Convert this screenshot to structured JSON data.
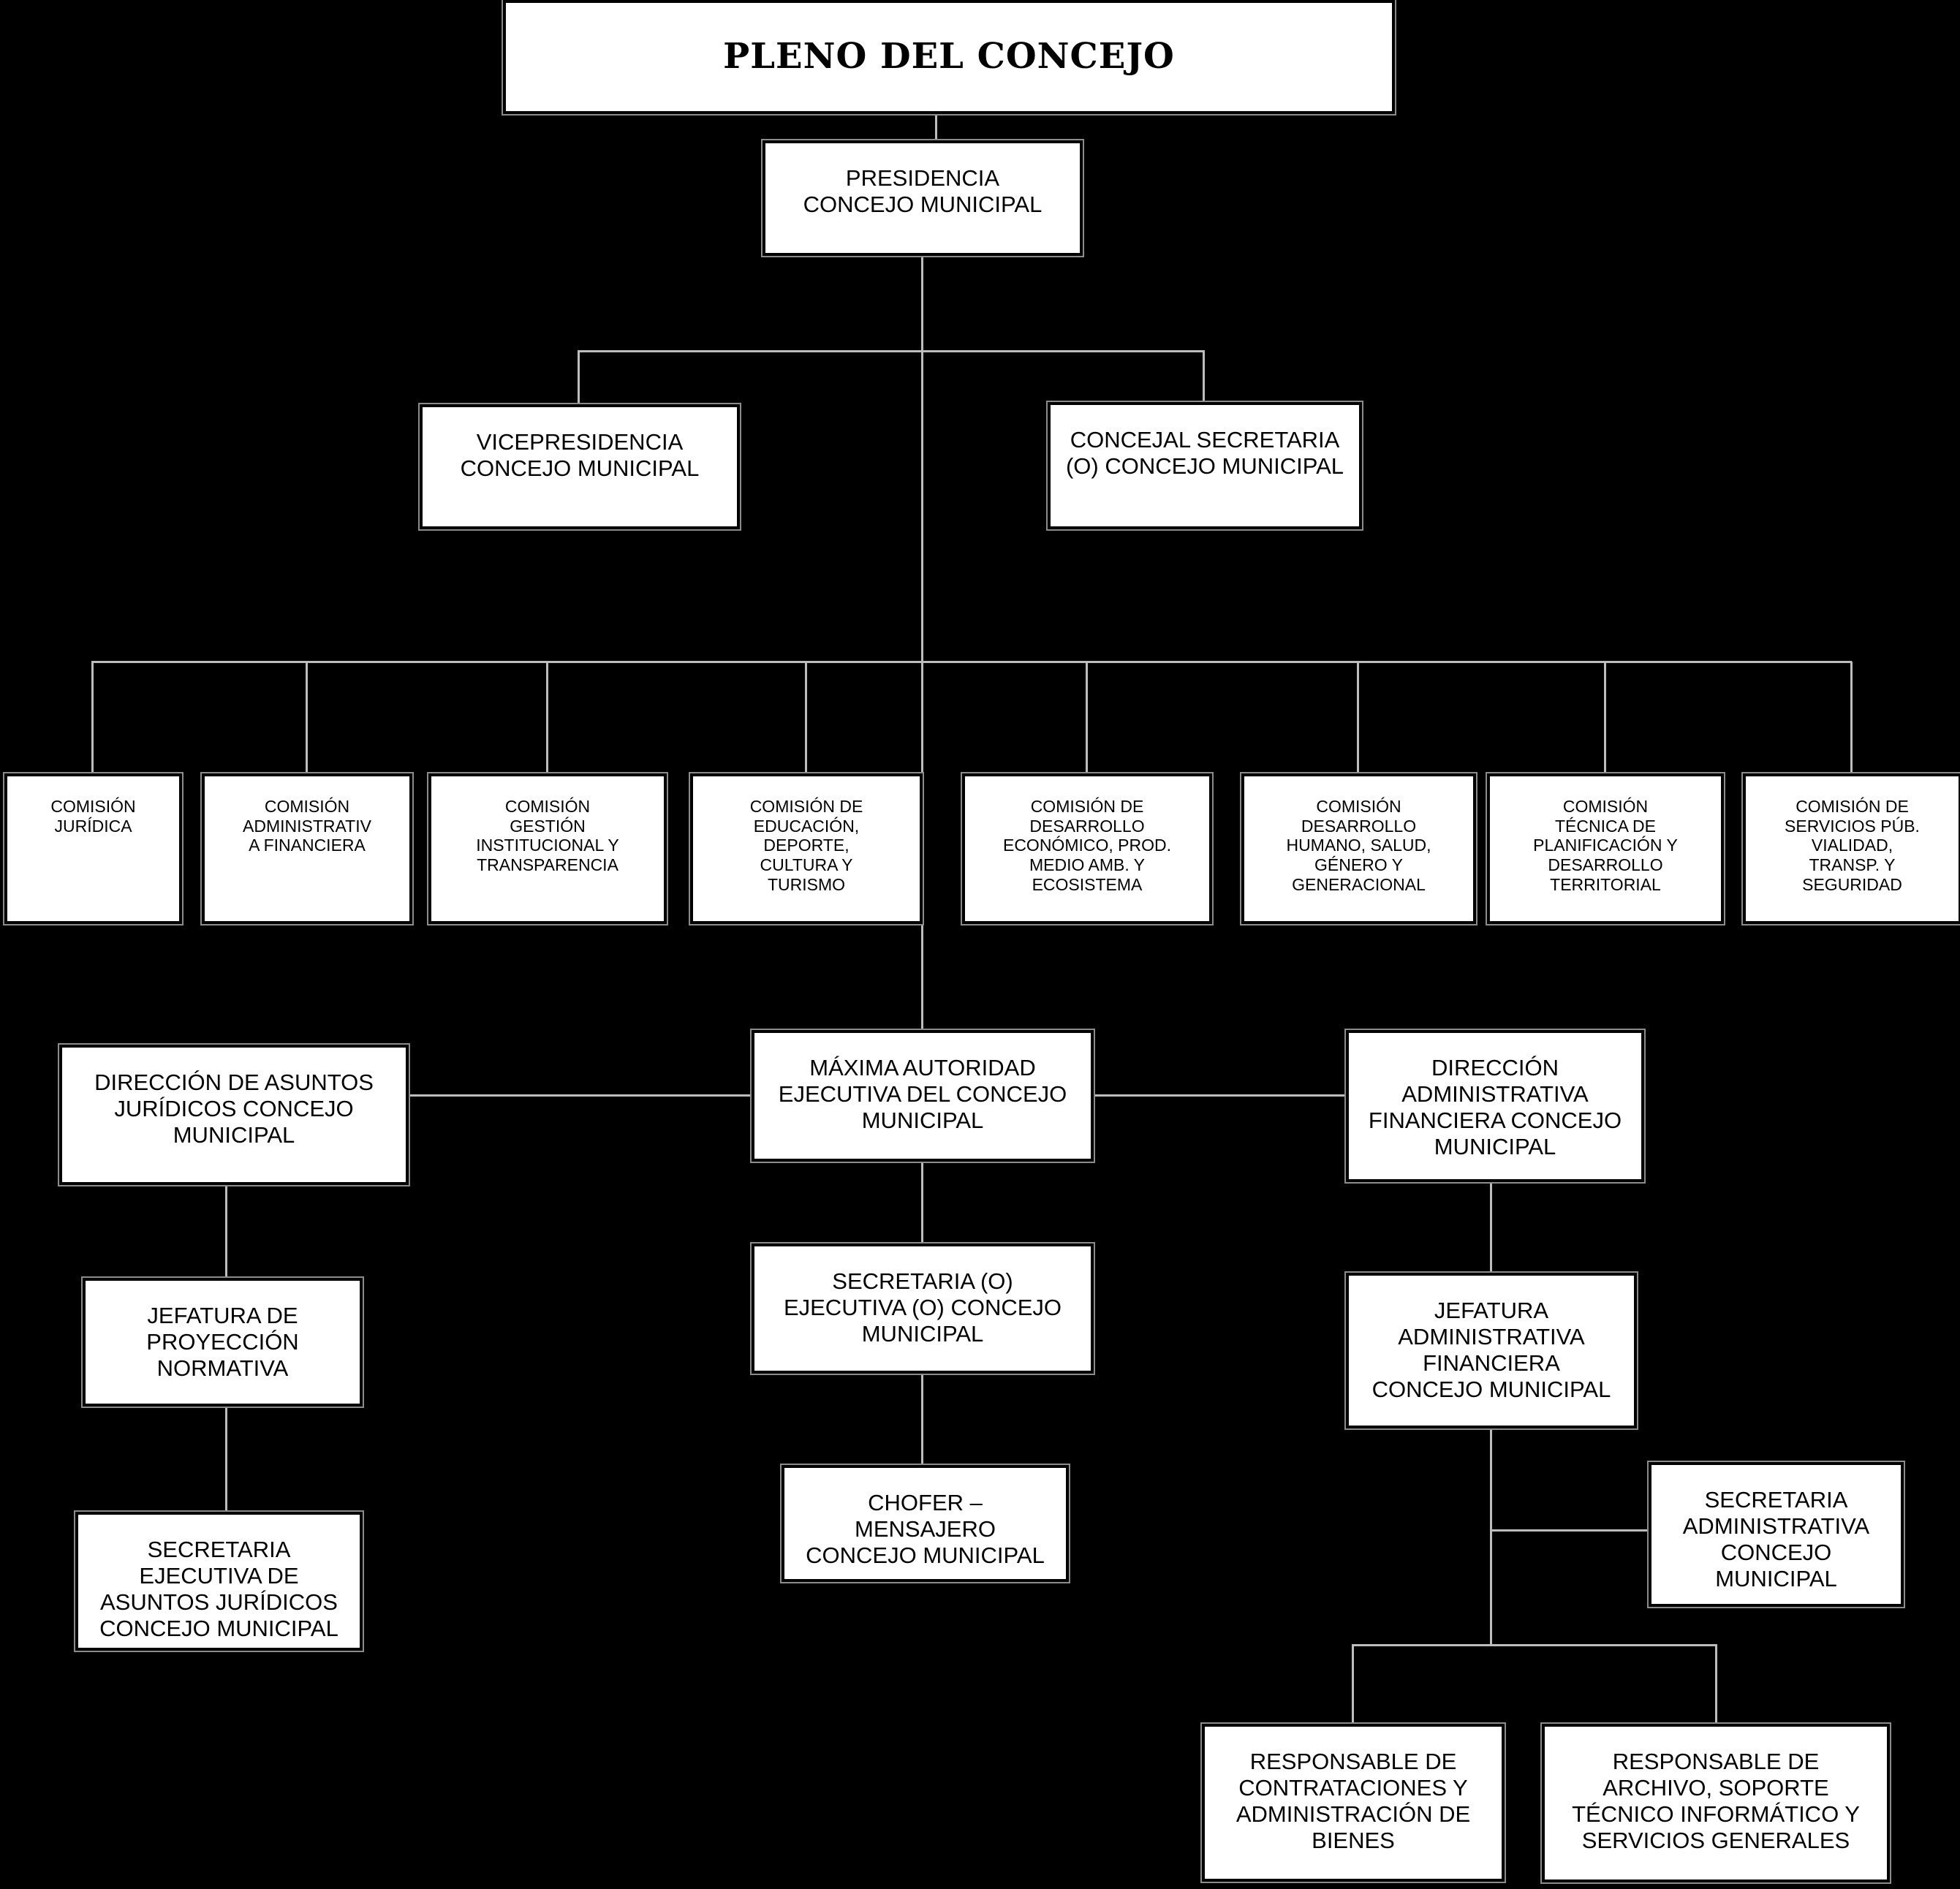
{
  "canvas": {
    "background_color": "#000000",
    "box_fill_color": "#ffffff",
    "box_text_color": "#000000",
    "box_outline_color": "#8c8c8c",
    "connector_color": "#bdbdbd"
  },
  "nodes": {
    "pleno": {
      "lines": [
        "PLENO DEL CONCEJO"
      ]
    },
    "presidencia": {
      "lines": [
        "PRESIDENCIA",
        "CONCEJO MUNICIPAL"
      ]
    },
    "vicepresidencia": {
      "lines": [
        "VICEPRESIDENCIA",
        "CONCEJO MUNICIPAL"
      ]
    },
    "concejal_secretaria": {
      "lines": [
        "CONCEJAL SECRETARIA",
        "(O) CONCEJO MUNICIPAL"
      ]
    },
    "comision_juridica": {
      "lines": [
        "COMISIÓN",
        "JURÍDICA"
      ]
    },
    "comision_admin_financiera": {
      "lines": [
        "COMISIÓN",
        "ADMINISTRATIV",
        "A FINANCIERA"
      ]
    },
    "comision_gestion": {
      "lines": [
        "COMISIÓN",
        "GESTIÓN",
        "INSTITUCIONAL Y",
        "TRANSPARENCIA"
      ]
    },
    "comision_educacion": {
      "lines": [
        "COMISIÓN DE",
        "EDUCACIÓN,",
        "DEPORTE,",
        "CULTURA Y",
        "TURISMO"
      ]
    },
    "comision_desarrollo_economico": {
      "lines": [
        "COMISIÓN DE",
        "DESARROLLO",
        "ECONÓMICO, PROD.",
        "MEDIO AMB. Y",
        "ECOSISTEMA"
      ]
    },
    "comision_desarrollo_humano": {
      "lines": [
        "COMISIÓN",
        "DESARROLLO",
        "HUMANO, SALUD,",
        "GÉNERO Y",
        "GENERACIONAL"
      ]
    },
    "comision_tecnica": {
      "lines": [
        "COMISIÓN",
        "TÉCNICA DE",
        "PLANIFICACIÓN Y",
        "DESARROLLO",
        "TERRITORIAL"
      ]
    },
    "comision_servicios": {
      "lines": [
        "COMISIÓN DE",
        "SERVICIOS PÚB.",
        "VIALIDAD,",
        "TRANSP. Y",
        "SEGURIDAD"
      ]
    },
    "direccion_juridicos": {
      "lines": [
        "DIRECCIÓN DE ASUNTOS",
        "JURÍDICOS CONCEJO",
        "MUNICIPAL"
      ]
    },
    "maxima_autoridad": {
      "lines": [
        "MÁXIMA AUTORIDAD",
        "EJECUTIVA DEL CONCEJO",
        "MUNICIPAL"
      ]
    },
    "direccion_admin": {
      "lines": [
        "DIRECCIÓN",
        "ADMINISTRATIVA",
        "FINANCIERA CONCEJO",
        "MUNICIPAL"
      ]
    },
    "jefatura_proyeccion": {
      "lines": [
        "JEFATURA DE",
        "PROYECCIÓN",
        "NORMATIVA"
      ]
    },
    "secretaria_ejecutiva": {
      "lines": [
        "SECRETARIA (O)",
        "EJECUTIVA (O) CONCEJO",
        "MUNICIPAL"
      ]
    },
    "jefatura_admin": {
      "lines": [
        "JEFATURA",
        "ADMINISTRATIVA",
        "FINANCIERA",
        "CONCEJO MUNICIPAL"
      ]
    },
    "secretaria_juridicos": {
      "lines": [
        "SECRETARIA",
        "EJECUTIVA DE",
        "ASUNTOS JURÍDICOS",
        "CONCEJO MUNICIPAL"
      ]
    },
    "chofer": {
      "lines": [
        "CHOFER –",
        "MENSAJERO",
        "CONCEJO MUNICIPAL"
      ]
    },
    "secretaria_admin": {
      "lines": [
        "SECRETARIA",
        "ADMINISTRATIVA",
        "CONCEJO",
        "MUNICIPAL"
      ]
    },
    "resp_contrataciones": {
      "lines": [
        "RESPONSABLE DE",
        "CONTRATACIONES Y",
        "ADMINISTRACIÓN DE",
        "BIENES"
      ]
    },
    "resp_archivo": {
      "lines": [
        "RESPONSABLE DE",
        "ARCHIVO, SOPORTE",
        "TÉCNICO INFORMÁTICO Y",
        "SERVICIOS GENERALES"
      ]
    }
  },
  "edges": [
    [
      "pleno",
      "presidencia"
    ],
    [
      "presidencia",
      "vicepresidencia"
    ],
    [
      "presidencia",
      "concejal_secretaria"
    ],
    [
      "presidencia",
      "comision_juridica"
    ],
    [
      "presidencia",
      "comision_admin_financiera"
    ],
    [
      "presidencia",
      "comision_gestion"
    ],
    [
      "presidencia",
      "comision_educacion"
    ],
    [
      "presidencia",
      "comision_desarrollo_economico"
    ],
    [
      "presidencia",
      "comision_desarrollo_humano"
    ],
    [
      "presidencia",
      "comision_tecnica"
    ],
    [
      "presidencia",
      "comision_servicios"
    ],
    [
      "presidencia",
      "maxima_autoridad"
    ],
    [
      "maxima_autoridad",
      "direccion_juridicos"
    ],
    [
      "maxima_autoridad",
      "direccion_admin"
    ],
    [
      "maxima_autoridad",
      "secretaria_ejecutiva"
    ],
    [
      "secretaria_ejecutiva",
      "chofer"
    ],
    [
      "direccion_juridicos",
      "jefatura_proyeccion"
    ],
    [
      "jefatura_proyeccion",
      "secretaria_juridicos"
    ],
    [
      "direccion_admin",
      "jefatura_admin"
    ],
    [
      "jefatura_admin",
      "secretaria_admin"
    ],
    [
      "jefatura_admin",
      "resp_contrataciones"
    ],
    [
      "jefatura_admin",
      "resp_archivo"
    ]
  ]
}
